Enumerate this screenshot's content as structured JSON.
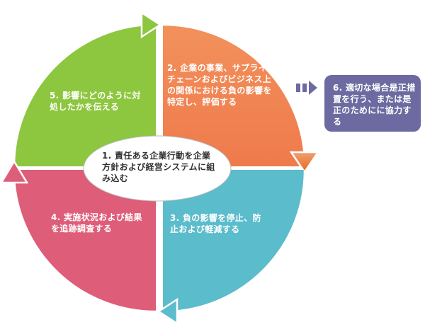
{
  "step1": {
    "number": "1.",
    "text": "責任ある企業行動を企業方針および経営システムに組み込む"
  },
  "step2": {
    "number": "2.",
    "text": "企業の事業、サプライチェーンおよびビジネス上の関係における負の影響を特定し、評価する"
  },
  "step3": {
    "number": "3.",
    "text": "負の影響を停止、防止および軽減する"
  },
  "step4": {
    "number": "4.",
    "text": "実施状況および結果を追跡調査する"
  },
  "step5": {
    "number": "5.",
    "text": "影響にどのように対処したかを伝える"
  },
  "step6": {
    "number": "6.",
    "text": "適切な場合是正措置を行う、または是正のためにに協力する"
  },
  "colors": {
    "green": "#8dc63f",
    "orange": "#f07d4a",
    "teal": "#5bbccb",
    "pink": "#de5d79",
    "purple": "#6c6aa0"
  }
}
